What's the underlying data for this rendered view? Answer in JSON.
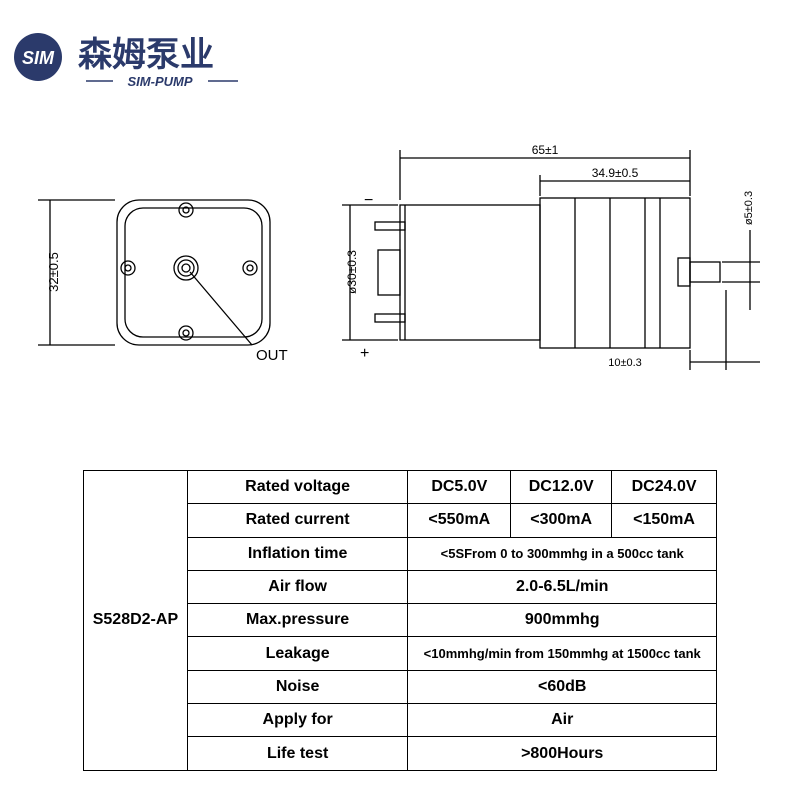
{
  "logo": {
    "mark": "SIM",
    "cn_name": "森姆泵业",
    "en_name": "SIM-PUMP",
    "color": "#2b3a6b"
  },
  "drawing": {
    "height_dim": "32±0.5",
    "out_label": "OUT",
    "length_dim": "65±1",
    "pump_dim": "34.9±0.5",
    "diameter_dim": "ø30±0.3",
    "nozzle_dim": "ø5±0.3",
    "nozzle_len_dim": "10±0.3",
    "minus": "−",
    "plus": "+"
  },
  "spec": {
    "model": "S528D2-AP",
    "rows": [
      {
        "label": "Rated voltage",
        "values": [
          "DC5.0V",
          "DC12.0V",
          "DC24.0V"
        ]
      },
      {
        "label": "Rated current",
        "values": [
          "<550mA",
          "<300mA",
          "<150mA"
        ]
      },
      {
        "label": "Inflation time",
        "value": "<5SFrom 0 to 300mmhg in a 500cc tank"
      },
      {
        "label": "Air flow",
        "value": "2.0-6.5L/min"
      },
      {
        "label": "Max.pressure",
        "value": "900mmhg"
      },
      {
        "label": "Leakage",
        "value": "<10mmhg/min from 150mmhg at 1500cc tank"
      },
      {
        "label": "Noise",
        "value": "<60dB"
      },
      {
        "label": "Apply for",
        "value": "Air"
      },
      {
        "label": "Life test",
        "value": ">800Hours"
      }
    ]
  }
}
